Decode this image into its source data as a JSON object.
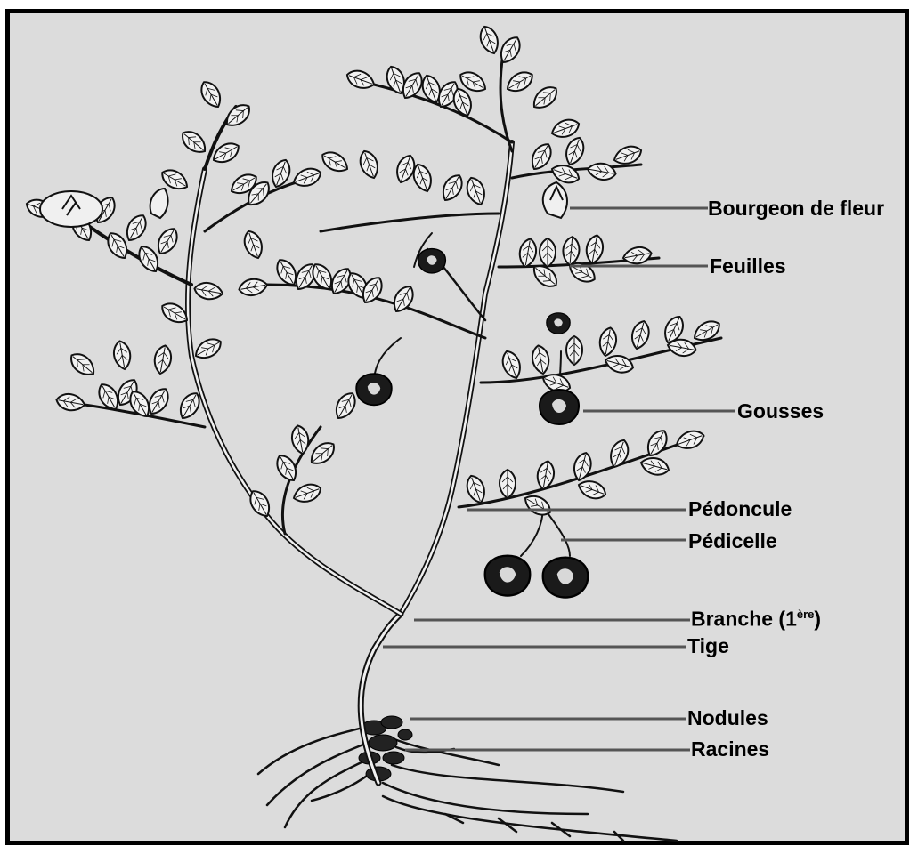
{
  "labels": {
    "flower_bud": "Bourgeon de fleur",
    "leaves": "Feuilles",
    "pods": "Gousses",
    "peduncle": "Pédoncule",
    "pedicel": "Pédicelle",
    "branch": "Branche (1",
    "branch_sup": "ère",
    "branch_end": ")",
    "stem": "Tige",
    "nodules": "Nodules",
    "roots": "Racines"
  },
  "colors": {
    "background": "#dcdcdc",
    "ink": "#111111",
    "frame": "#000000"
  }
}
